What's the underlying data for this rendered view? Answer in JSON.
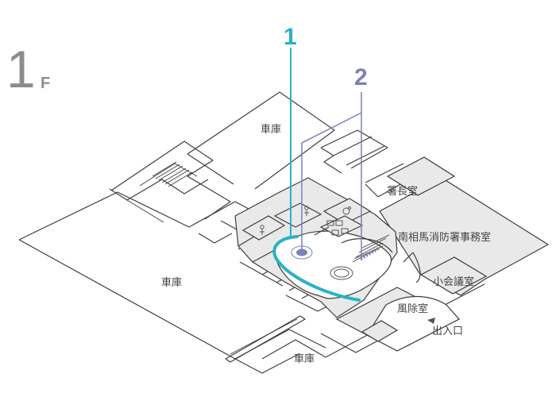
{
  "floor": {
    "number": "1",
    "suffix": "F"
  },
  "markers": [
    {
      "label": "1",
      "color": "#29b1c8"
    },
    {
      "label": "2",
      "color": "#7a82b8"
    }
  ],
  "rooms": {
    "garage_top": "車庫",
    "garage_left": "車庫",
    "garage_bottom": "車庫",
    "chief_room": "署長室",
    "office": "南相馬消防署事務室",
    "small_meeting": "小会議室",
    "windbreak": "風除室",
    "entrance": "出入口"
  },
  "colors": {
    "wall": "#3d3d3d",
    "room_gray": "#e9e9ea",
    "text_gray": "#8c8c8c"
  }
}
